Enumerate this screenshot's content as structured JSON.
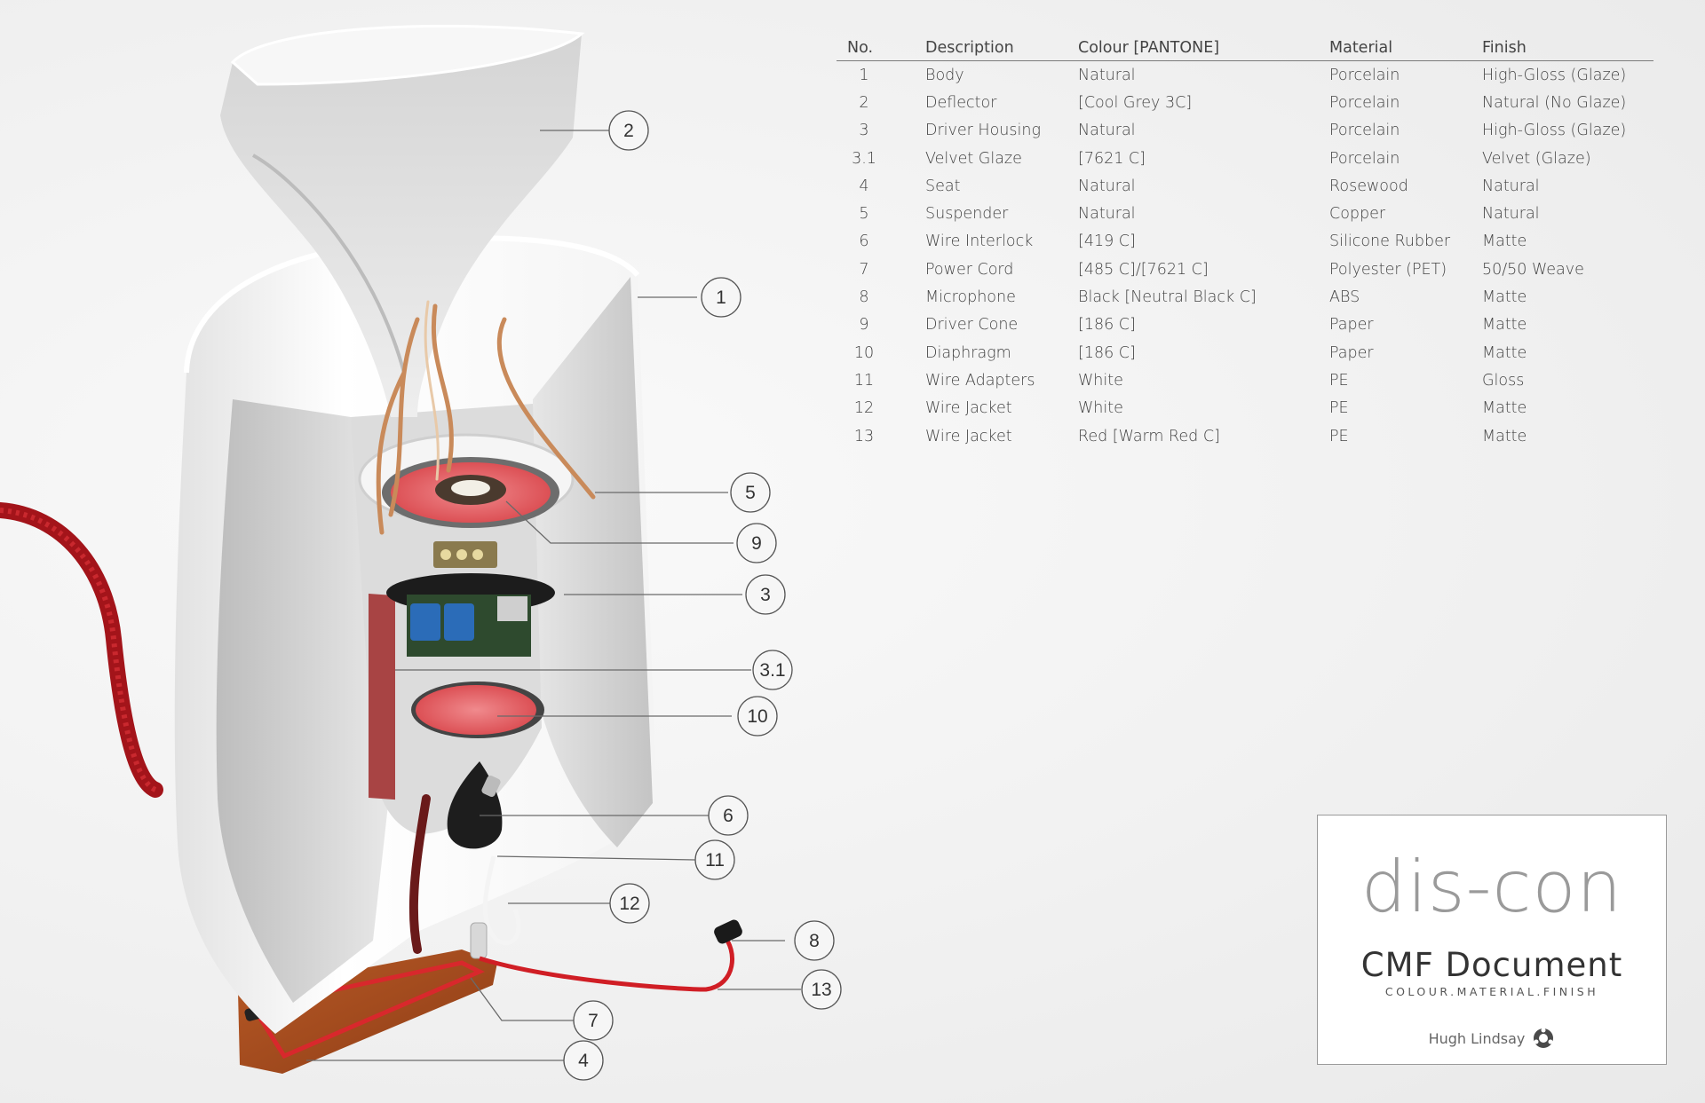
{
  "table": {
    "headers": {
      "no": "No.",
      "description": "Description",
      "colour": "Colour [PANTONE]",
      "material": "Material",
      "finish": "Finish"
    },
    "rows": [
      {
        "no": "1",
        "description": "Body",
        "colour": "Natural",
        "material": "Porcelain",
        "finish": "High-Gloss (Glaze)"
      },
      {
        "no": "2",
        "description": "Deflector",
        "colour": "[Cool Grey 3C]",
        "material": "Porcelain",
        "finish": "Natural (No Glaze)"
      },
      {
        "no": "3",
        "description": "Driver Housing",
        "colour": "Natural",
        "material": "Porcelain",
        "finish": "High-Gloss (Glaze)"
      },
      {
        "no": "3.1",
        "description": "Velvet Glaze",
        "colour": "[7621 C]",
        "material": "Porcelain",
        "finish": "Velvet (Glaze)"
      },
      {
        "no": "4",
        "description": "Seat",
        "colour": "Natural",
        "material": "Rosewood",
        "finish": "Natural"
      },
      {
        "no": "5",
        "description": "Suspender",
        "colour": "Natural",
        "material": "Copper",
        "finish": "Natural"
      },
      {
        "no": "6",
        "description": "Wire Interlock",
        "colour": "[419 C]",
        "material": "Silicone Rubber",
        "finish": "Matte"
      },
      {
        "no": "7",
        "description": "Power Cord",
        "colour": "[485 C]/[7621 C]",
        "material": "Polyester (PET)",
        "finish": "50/50 Weave"
      },
      {
        "no": "8",
        "description": "Microphone",
        "colour": "Black [Neutral Black C]",
        "material": "ABS",
        "finish": "Matte"
      },
      {
        "no": "9",
        "description": "Driver Cone",
        "colour": "[186 C]",
        "material": "Paper",
        "finish": "Matte"
      },
      {
        "no": "10",
        "description": "Diaphragm",
        "colour": "[186 C]",
        "material": "Paper",
        "finish": "Matte"
      },
      {
        "no": "11",
        "description": "Wire Adapters",
        "colour": "White",
        "material": "PE",
        "finish": "Gloss"
      },
      {
        "no": "12",
        "description": "Wire Jacket",
        "colour": "White",
        "material": "PE",
        "finish": "Matte"
      },
      {
        "no": "13",
        "description": "Wire Jacket",
        "colour": "Red [Warm Red C]",
        "material": "PE",
        "finish": "Matte"
      }
    ]
  },
  "callouts": [
    "2",
    "1",
    "5",
    "9",
    "3",
    "3.1",
    "10",
    "6",
    "11",
    "12",
    "8",
    "13",
    "7",
    "4"
  ],
  "title_card": {
    "brand": "dis-con",
    "title": "CMF Document",
    "subtitle": "COLOUR.MATERIAL.FINISH",
    "author": "Hugh Lindsay",
    "logo_icon": "gear-logo-icon"
  },
  "colors": {
    "cord_red": "#b3161c",
    "cone_red": "#e86468",
    "rosewood": "#a5491c",
    "copper": "#c98a5a",
    "porcelain": "#ffffff",
    "leader": "#6a6a6a"
  }
}
